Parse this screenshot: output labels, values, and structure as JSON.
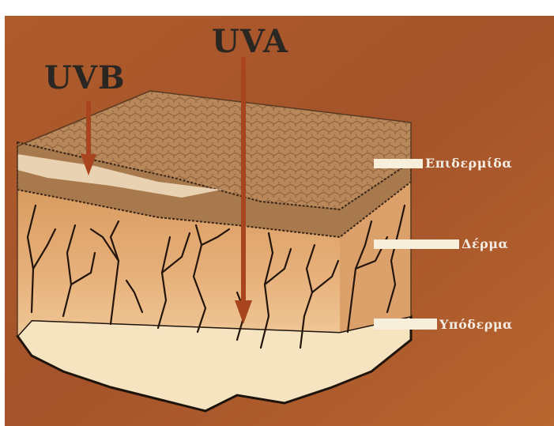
{
  "rays": {
    "uvb": {
      "label": "UVB"
    },
    "uva": {
      "label": "UVA"
    }
  },
  "layers": [
    {
      "key": "epidermis",
      "label": "Επιδερμίδα"
    },
    {
      "key": "dermis",
      "label": "Δέρμα"
    },
    {
      "key": "hypodermis",
      "label": "Υπόδερμα"
    }
  ],
  "colors": {
    "background": "#a85a2c",
    "arrow": "#a8451f",
    "epidermis_top": "#b8875a",
    "dermis": "#e0a66c",
    "hypodermis": "#f6e6c8",
    "vessels": "#2a1a10",
    "label_bar": "#f7eedc"
  }
}
